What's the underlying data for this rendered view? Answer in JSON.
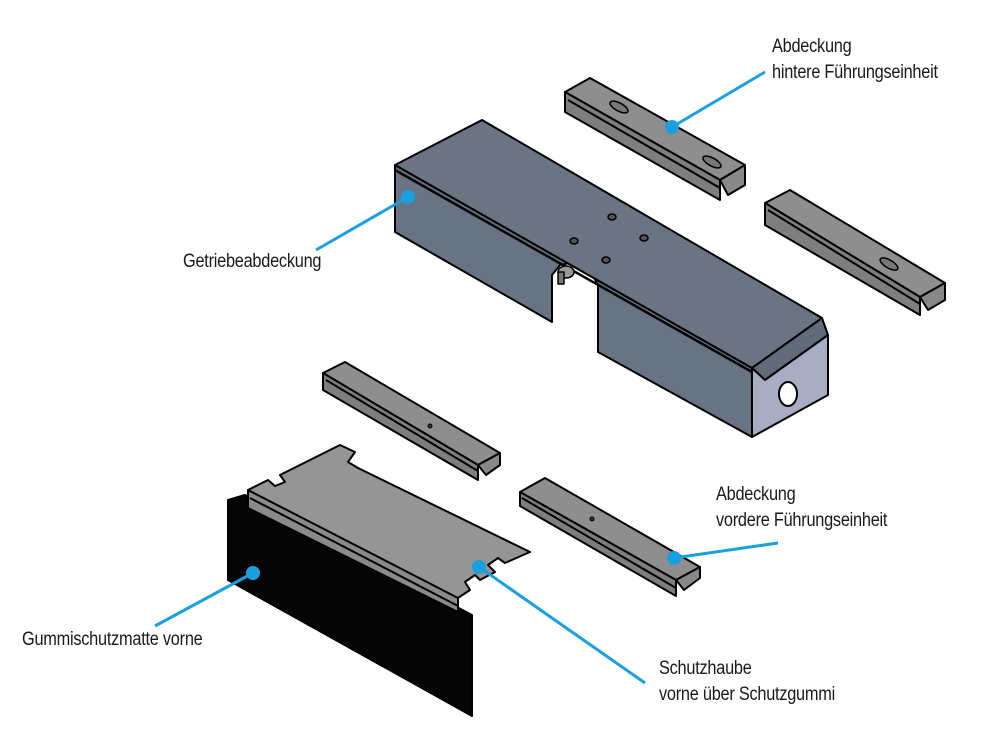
{
  "diagram": {
    "title": "Exploded view of covers",
    "accent_color": "#1a9fe0",
    "callouts": [
      {
        "id": "rear-guide-cover",
        "lines": [
          "Abdeckung",
          "hintere Führungseinheit"
        ]
      },
      {
        "id": "gear-cover",
        "lines": [
          "Getriebeabdeckung"
        ]
      },
      {
        "id": "front-guide-cover",
        "lines": [
          "Abdeckung",
          "vordere Führungseinheit"
        ]
      },
      {
        "id": "front-protective-hood",
        "lines": [
          "Schutzhaube",
          "vorne über Schutzgummi"
        ]
      },
      {
        "id": "front-rubber-mat",
        "lines": [
          "Gummischutzmatte vorne"
        ]
      }
    ],
    "parts": [
      {
        "id": "gear-cover-body",
        "color": "#6b7280",
        "end_face_color": "#a9adc4"
      },
      {
        "id": "rear-guide-rail-upper",
        "color": "#8c8c8c"
      },
      {
        "id": "rear-guide-rail-lower",
        "color": "#8c8c8c"
      },
      {
        "id": "front-guide-rail-left",
        "color": "#8c8c8c"
      },
      {
        "id": "front-guide-rail-right",
        "color": "#8c8c8c"
      },
      {
        "id": "protective-hood-plate",
        "color": "#959595"
      },
      {
        "id": "rubber-mat",
        "color": "#050505"
      }
    ]
  }
}
